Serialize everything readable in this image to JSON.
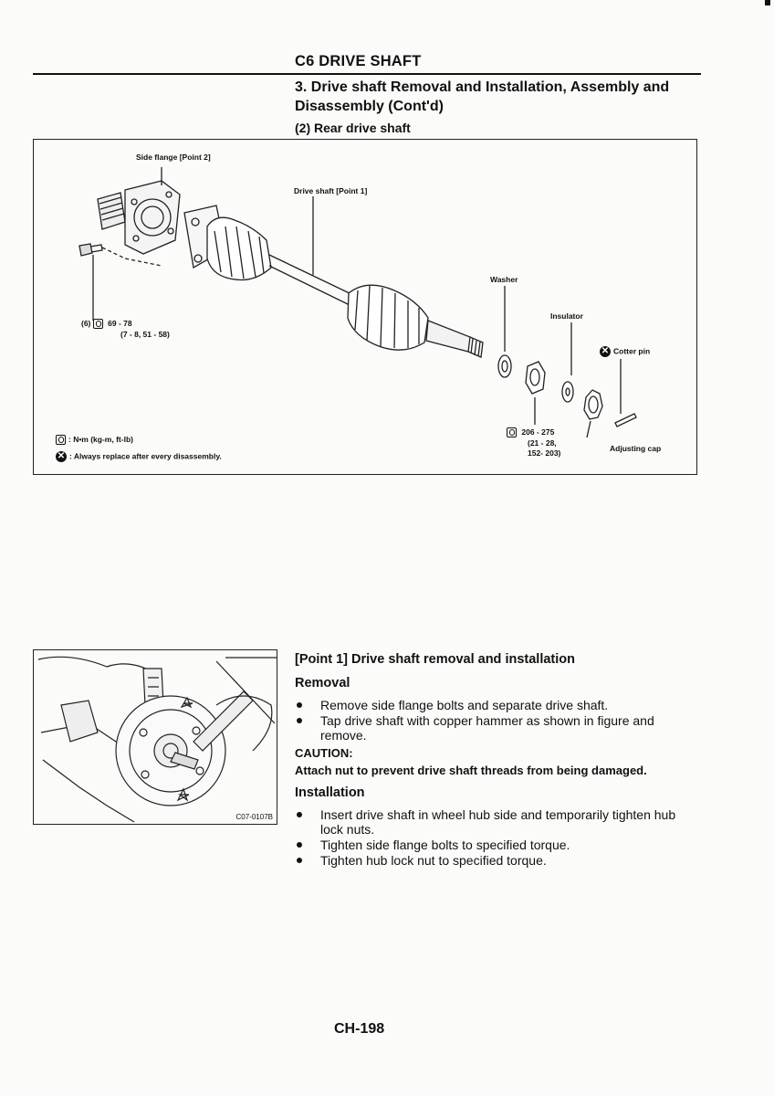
{
  "header": {
    "section_title": "C6 DRIVE SHAFT",
    "subtitle": "3. Drive shaft Removal and Installation, Assembly and Disassembly (Cont'd)",
    "subsection": "(2) Rear drive shaft"
  },
  "figure": {
    "labels": {
      "side_flange": "Side flange [Point 2]",
      "drive_shaft": "Drive shaft [Point 1]",
      "washer": "Washer",
      "insulator": "Insulator",
      "cotter_pin": "Cotter pin",
      "adjusting_cap": "Adjusting cap",
      "bolt_count": "(6)",
      "flange_torque_1": "69 - 78",
      "flange_torque_2": "(7 - 8, 51 - 58)",
      "nut_torque_1": "206 - 275",
      "nut_torque_2": "(21 - 28,",
      "nut_torque_3": "152- 203)"
    },
    "legend": {
      "torque_units": ": N•m (kg-m, ft-lb)",
      "replace_note": ": Always replace after every disassembly."
    },
    "icons": [
      "torque-wrench-icon",
      "do-not-reuse-icon"
    ]
  },
  "photo": {
    "code": "C07-0107B"
  },
  "content": {
    "point_heading": "[Point 1] Drive shaft removal and installation",
    "removal_heading": "Removal",
    "removal_steps": [
      "Remove side flange bolts and separate drive shaft.",
      "Tap drive shaft with copper hammer as shown in figure and remove."
    ],
    "caution_label": "CAUTION:",
    "caution_text": "Attach nut to prevent drive shaft threads from being damaged.",
    "installation_heading": "Installation",
    "installation_steps": [
      "Insert drive shaft in wheel hub side and temporarily tighten hub lock nuts.",
      "Tighten side flange bolts to specified torque.",
      "Tighten hub lock nut to specified torque."
    ]
  },
  "footer": {
    "page_number": "CH-198"
  }
}
